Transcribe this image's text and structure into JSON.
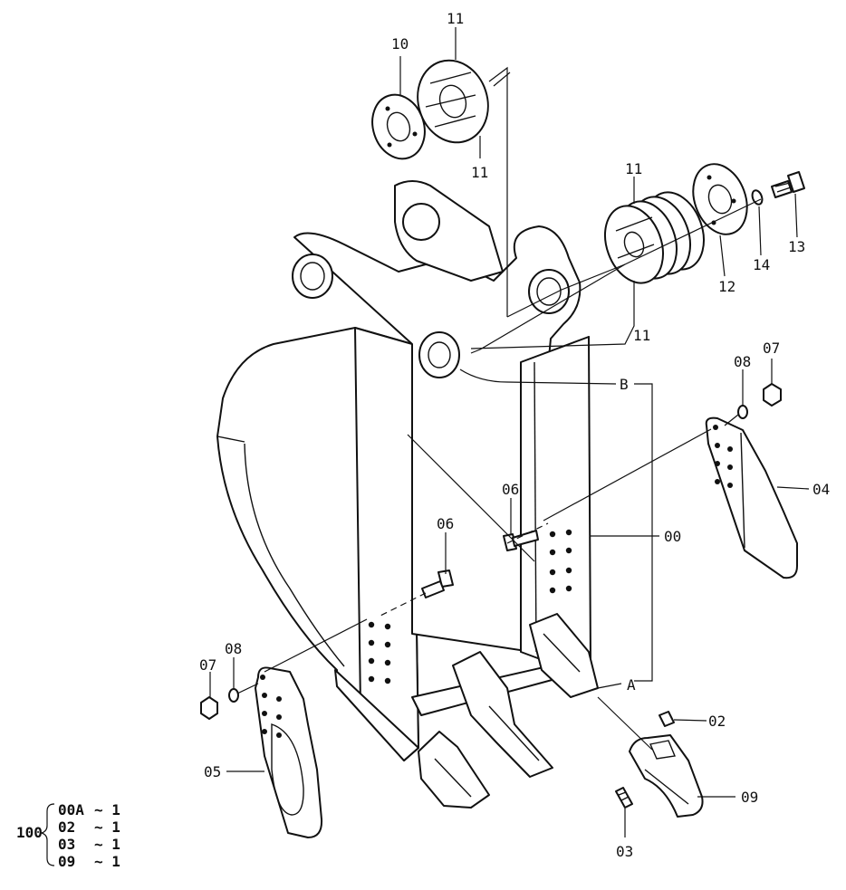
{
  "callouts": {
    "c10": "10",
    "c11_top": "11",
    "c11_mid": "11",
    "c11_right_top": "11",
    "c11_right_bottom": "11",
    "c12": "12",
    "c13": "13",
    "c14": "14",
    "cB": "B",
    "c08_right": "08",
    "c07_right": "07",
    "c04": "04",
    "c06_upper": "06",
    "c06_lower": "06",
    "c00": "00",
    "c07_left": "07",
    "c08_left": "08",
    "cA": "A",
    "c02": "02",
    "c05": "05",
    "c09": "09",
    "c03": "03"
  },
  "assembly": {
    "number": "100",
    "rows": [
      {
        "part": "00A",
        "qty": "~ 1"
      },
      {
        "part": "02",
        "qty": "~ 1"
      },
      {
        "part": "03",
        "qty": "~ 1"
      },
      {
        "part": "09",
        "qty": "~ 1"
      }
    ]
  },
  "icons": [
    "watermark-logo"
  ]
}
